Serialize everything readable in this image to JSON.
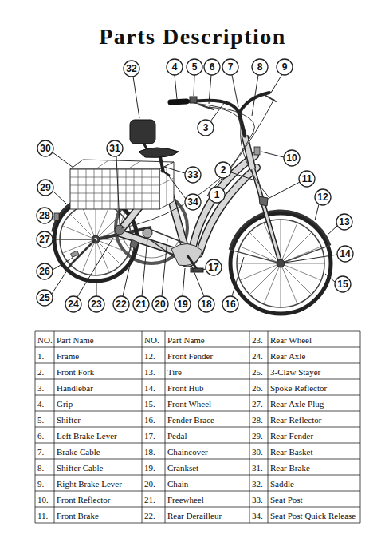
{
  "diagram": {
    "title": "Parts Description",
    "nodes": [
      {
        "text": [
          "32"
        ]
      },
      {
        "text": [
          "4"
        ]
      },
      {
        "text": [
          "5"
        ]
      },
      {
        "text": [
          "6"
        ]
      },
      {
        "text": [
          "7"
        ]
      },
      {
        "text": [
          "8"
        ]
      },
      {
        "text": [
          "9"
        ]
      },
      {
        "text": [
          "3"
        ]
      },
      {
        "text": [
          "30"
        ]
      },
      {
        "text": [
          "31"
        ]
      },
      {
        "text": [
          "10"
        ]
      },
      {
        "text": [
          "2"
        ]
      },
      {
        "text": [
          "33"
        ]
      },
      {
        "text": [
          "11"
        ]
      },
      {
        "text": [
          "29"
        ]
      },
      {
        "text": [
          "1"
        ]
      },
      {
        "text": [
          "12"
        ]
      },
      {
        "text": [
          "34"
        ]
      },
      {
        "text": [
          "28"
        ]
      },
      {
        "text": [
          "13"
        ]
      },
      {
        "text": [
          "27"
        ]
      },
      {
        "text": [
          "14"
        ]
      },
      {
        "text": [
          "17"
        ]
      },
      {
        "text": [
          "26"
        ]
      },
      {
        "text": [
          "15"
        ]
      },
      {
        "text": [
          "25"
        ]
      },
      {
        "text": [
          "24"
        ]
      },
      {
        "text": [
          "23"
        ]
      },
      {
        "text": [
          "22"
        ]
      },
      {
        "text": [
          "21"
        ]
      },
      {
        "text": [
          "20"
        ]
      },
      {
        "text": [
          "19"
        ]
      },
      {
        "text": [
          "18"
        ]
      },
      {
        "text": [
          "16"
        ]
      }
    ],
    "labels": [
      "NO.",
      "Part Name",
      "NO.",
      "Part Name",
      "23.",
      "Rear Wheel",
      "1.",
      "Frame",
      "12.",
      "Front Fender",
      "24.",
      "Rear Axle",
      "2.",
      "Front Fork",
      "13.",
      "Tire",
      "25.",
      "3-Claw Stayer",
      "3.",
      "Handlebar",
      "14.",
      "Front Hub",
      "26.",
      "Spoke Reflector",
      "4.",
      "Grip",
      "15.",
      "Front Wheel",
      "27.",
      "Rear Axle Plug",
      "5.",
      "Shifter",
      "16.",
      "Fender Brace",
      "28.",
      "Rear Reflector",
      "6.",
      "Left Brake Lever",
      "17.",
      "Pedal",
      "29.",
      "Rear Fender",
      "7.",
      "Brake Cable",
      "18.",
      "Chaincover",
      "30.",
      "Rear Basket",
      "8.",
      "Shifter Cable",
      "19.",
      "Crankset",
      "31.",
      "Rear Brake",
      "9.",
      "Right Brake Lever",
      "20.",
      "Chain",
      "32.",
      "Saddle",
      "10.",
      "Front Reflector",
      "21.",
      "Freewheel",
      "33.",
      "Seat Post",
      "11.",
      "Front Brake",
      "22.",
      "Rear Derailleur",
      "34.",
      "Seat Post Quick Release"
    ]
  }
}
